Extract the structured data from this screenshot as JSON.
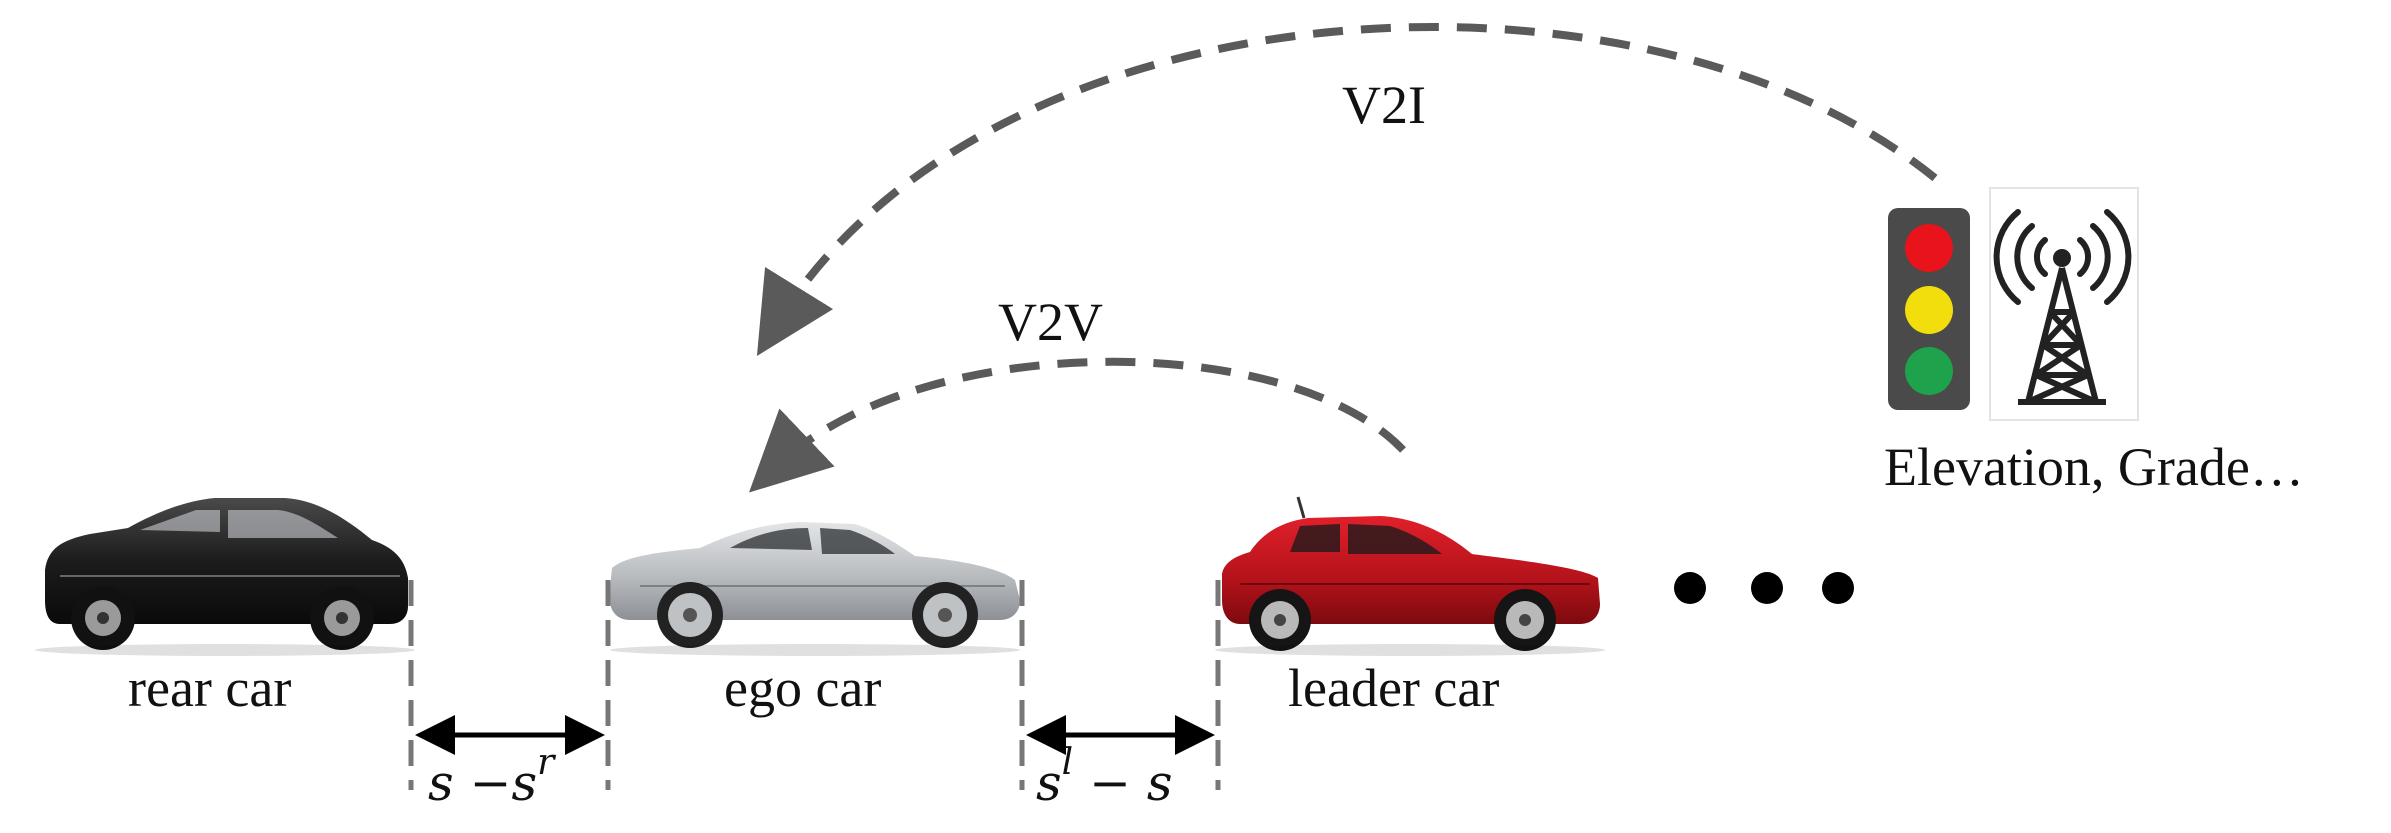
{
  "communication": {
    "v2i_label": "V2I",
    "v2v_label": "V2V"
  },
  "infrastructure": {
    "caption": "Elevation, Grade…",
    "traffic_light_colors": {
      "red": "#e8131b",
      "yellow": "#f2de0c",
      "green": "#1ea24b",
      "housing": "#4a4a4a"
    },
    "tower_icon": "radio-tower-icon"
  },
  "vehicles": {
    "rear": {
      "label": "rear car",
      "body_color": "#1c1c1c"
    },
    "ego": {
      "label": "ego car",
      "body_color": "#b9bcbf"
    },
    "leader": {
      "label": "leader car",
      "body_color": "#b3121a"
    }
  },
  "gaps": {
    "rear_gap": {
      "base": "s",
      "op": " −",
      "sym": "s",
      "sup": "r"
    },
    "leader_gap": {
      "base": "s",
      "sup": "l",
      "tail": " − s"
    }
  },
  "continuation": "ellipsis-dots",
  "colors": {
    "arrow": "#5a5a5a",
    "dim_line": "#777777"
  }
}
